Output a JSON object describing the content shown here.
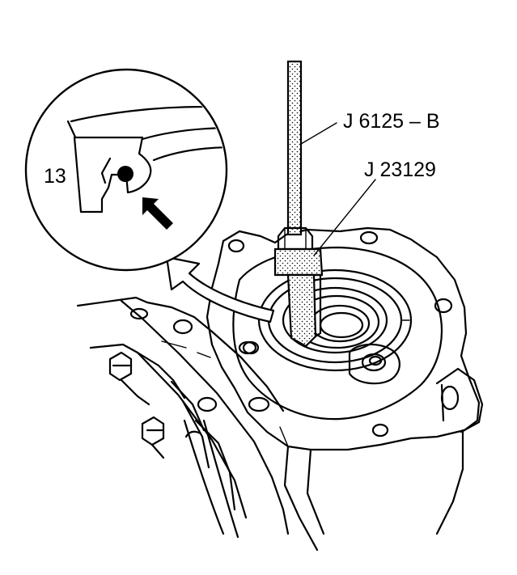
{
  "labels": {
    "tool_primary": "J 6125 – B",
    "tool_secondary": "J 23129",
    "detail_ref": "13"
  },
  "colors": {
    "ink": "#000000",
    "paper": "#ffffff"
  }
}
